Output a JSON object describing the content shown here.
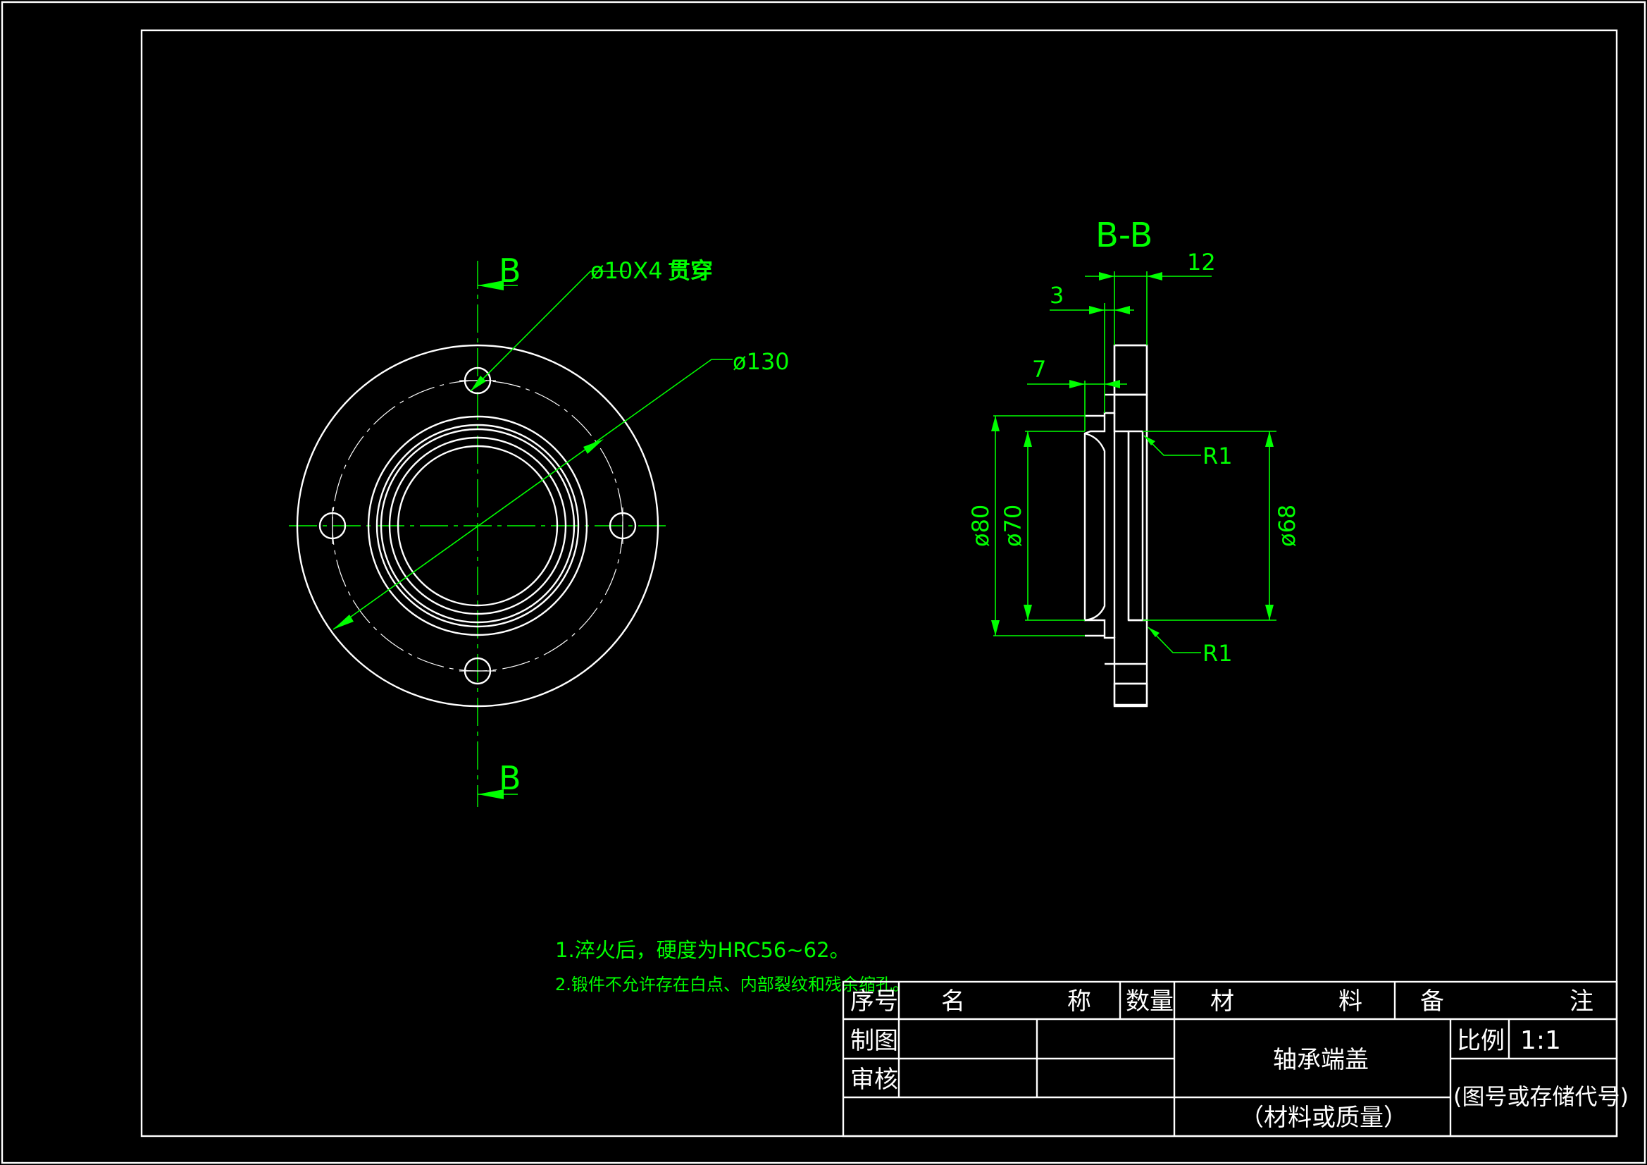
{
  "drawing": {
    "front_view": {
      "section_mark_top": "B",
      "section_mark_bottom": "B",
      "hole_callout": "ø10X4",
      "hole_callout_note": "贯穿",
      "outer_dia": "ø130"
    },
    "section_view": {
      "title": "B-B",
      "dim_12": "12",
      "dim_3": "3",
      "dim_7": "7",
      "dia_80": "ø80",
      "dia_70": "ø70",
      "dia_68": "ø68",
      "radius_top": "R1",
      "radius_bottom": "R1"
    },
    "notes": [
      "1.淬火后，硬度为HRC56~62。",
      "2.锻件不允许存在白点、内部裂纹和残余缩孔。"
    ]
  },
  "title_block": {
    "header": {
      "seq": "序号",
      "name_a": "名",
      "name_b": "称",
      "qty": "数量",
      "material_a": "材",
      "material_b": "料",
      "remark_a": "备",
      "remark_b": "注"
    },
    "drawn_by": "制图",
    "checked_by": "审核",
    "part_name": "轴承端盖",
    "material": "（材料或质量）",
    "scale_label": "比例",
    "scale_value": "1:1",
    "drawing_no": "(图号或存储代号)"
  },
  "colors": {
    "background": "#000000",
    "lines": "#ffffff",
    "dimensions": "#00ff00"
  }
}
